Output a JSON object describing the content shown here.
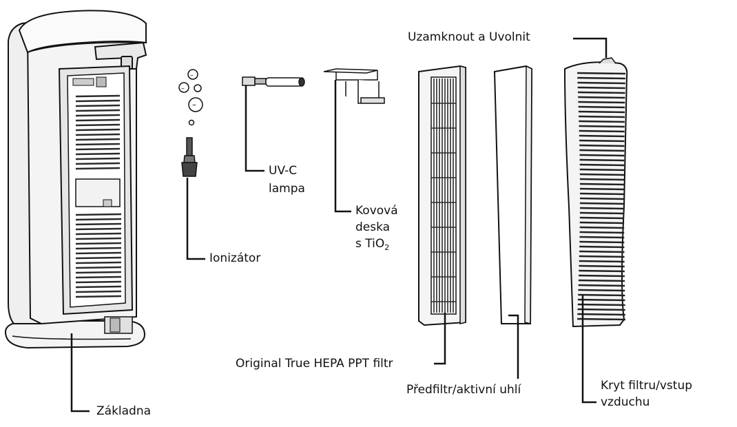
{
  "labels": {
    "lock_release": "Uzamknout a Uvolnit",
    "uvc_line1": "UV-C",
    "uvc_line2": "lampa",
    "metal_line1": "Kovová",
    "metal_line2": "deska",
    "metal_line3_prefix": "s TiO",
    "metal_line3_subscript": "2",
    "ionizer": "Ionizátor",
    "hepa": "Original True HEPA PPT filtr",
    "prefilter": "Předfiltr/aktivní uhlí",
    "cover_line1": "Kryt filtru/vstup",
    "cover_line2": "vzduchu",
    "base": "Základna"
  },
  "colors": {
    "ink": "#111111",
    "body_fill": "#f4f4f4",
    "panel_fill": "#e6e6e6",
    "grill_dark": "#2a2a2a",
    "paper": "#ffffff"
  }
}
